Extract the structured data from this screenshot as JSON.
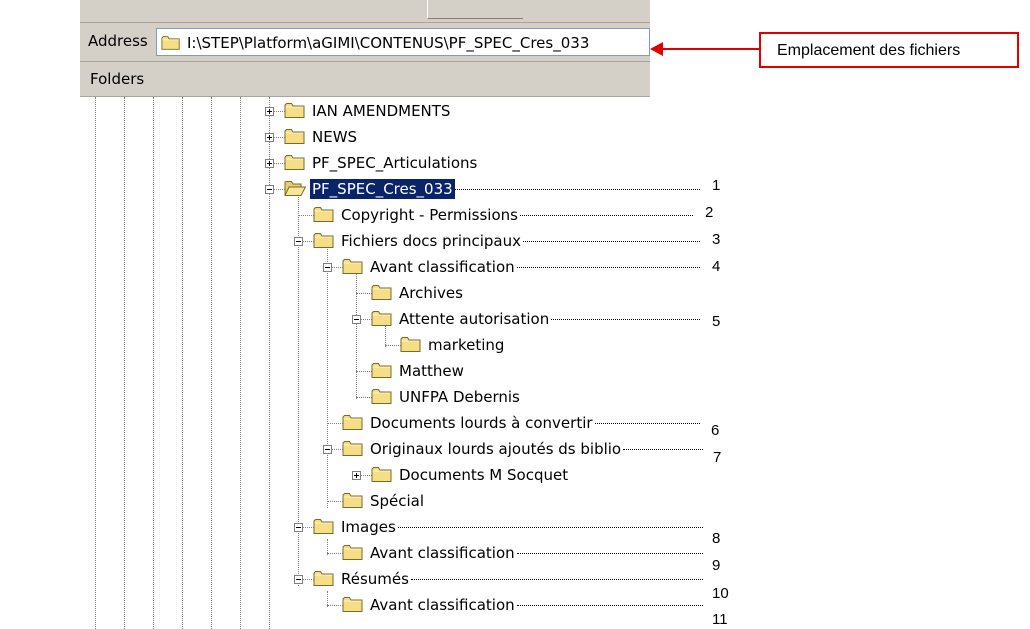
{
  "address": {
    "label": "Address",
    "path": "I:\\STEP\\Platform\\aGIMI\\CONTENUS\\PF_SPEC_Cres_033"
  },
  "folders_pane": {
    "label": "Folders"
  },
  "callout": {
    "text": "Emplacement des fichiers",
    "color": "#e00000"
  },
  "tree": [
    {
      "label": "IAN AMENDMENTS",
      "expander": "plus",
      "icon": "folder-icon",
      "selected": false
    },
    {
      "label": "NEWS",
      "expander": "plus",
      "icon": "folder-icon",
      "selected": false
    },
    {
      "label": "PF_SPEC_Articulations",
      "expander": "plus",
      "icon": "folder-icon",
      "selected": false
    },
    {
      "label": "PF_SPEC_Cres_033",
      "expander": "minus",
      "icon": "open-folder-icon",
      "selected": true,
      "number": "1"
    },
    {
      "label": "Copyright - Permissions",
      "expander": "none",
      "icon": "folder-icon",
      "number": "2"
    },
    {
      "label": "Fichiers docs principaux",
      "expander": "minus",
      "icon": "folder-icon",
      "number": "3"
    },
    {
      "label": "Avant classification",
      "expander": "minus",
      "icon": "folder-icon",
      "number": "4"
    },
    {
      "label": "Archives",
      "expander": "none",
      "icon": "folder-icon"
    },
    {
      "label": "Attente autorisation",
      "expander": "minus",
      "icon": "folder-icon",
      "number": "5"
    },
    {
      "label": "marketing",
      "expander": "none",
      "icon": "folder-icon"
    },
    {
      "label": "Matthew",
      "expander": "none",
      "icon": "folder-icon"
    },
    {
      "label": "UNFPA Debernis",
      "expander": "none",
      "icon": "folder-icon"
    },
    {
      "label": "Documents lourds à convertir",
      "expander": "none",
      "icon": "folder-icon",
      "number": "6"
    },
    {
      "label": "Originaux lourds ajoutés ds biblio",
      "expander": "minus",
      "icon": "folder-icon",
      "number": "7"
    },
    {
      "label": "Documents M Socquet",
      "expander": "plus",
      "icon": "folder-icon"
    },
    {
      "label": "Spécial",
      "expander": "none",
      "icon": "folder-icon"
    },
    {
      "label": "Images",
      "expander": "minus",
      "icon": "folder-icon",
      "number": "8"
    },
    {
      "label": "Avant classification",
      "expander": "none",
      "icon": "folder-icon",
      "number": "9"
    },
    {
      "label": "Résumés",
      "expander": "minus",
      "icon": "folder-icon",
      "number": "10"
    },
    {
      "label": "Avant classification",
      "expander": "none",
      "icon": "folder-icon",
      "number": "11"
    }
  ]
}
